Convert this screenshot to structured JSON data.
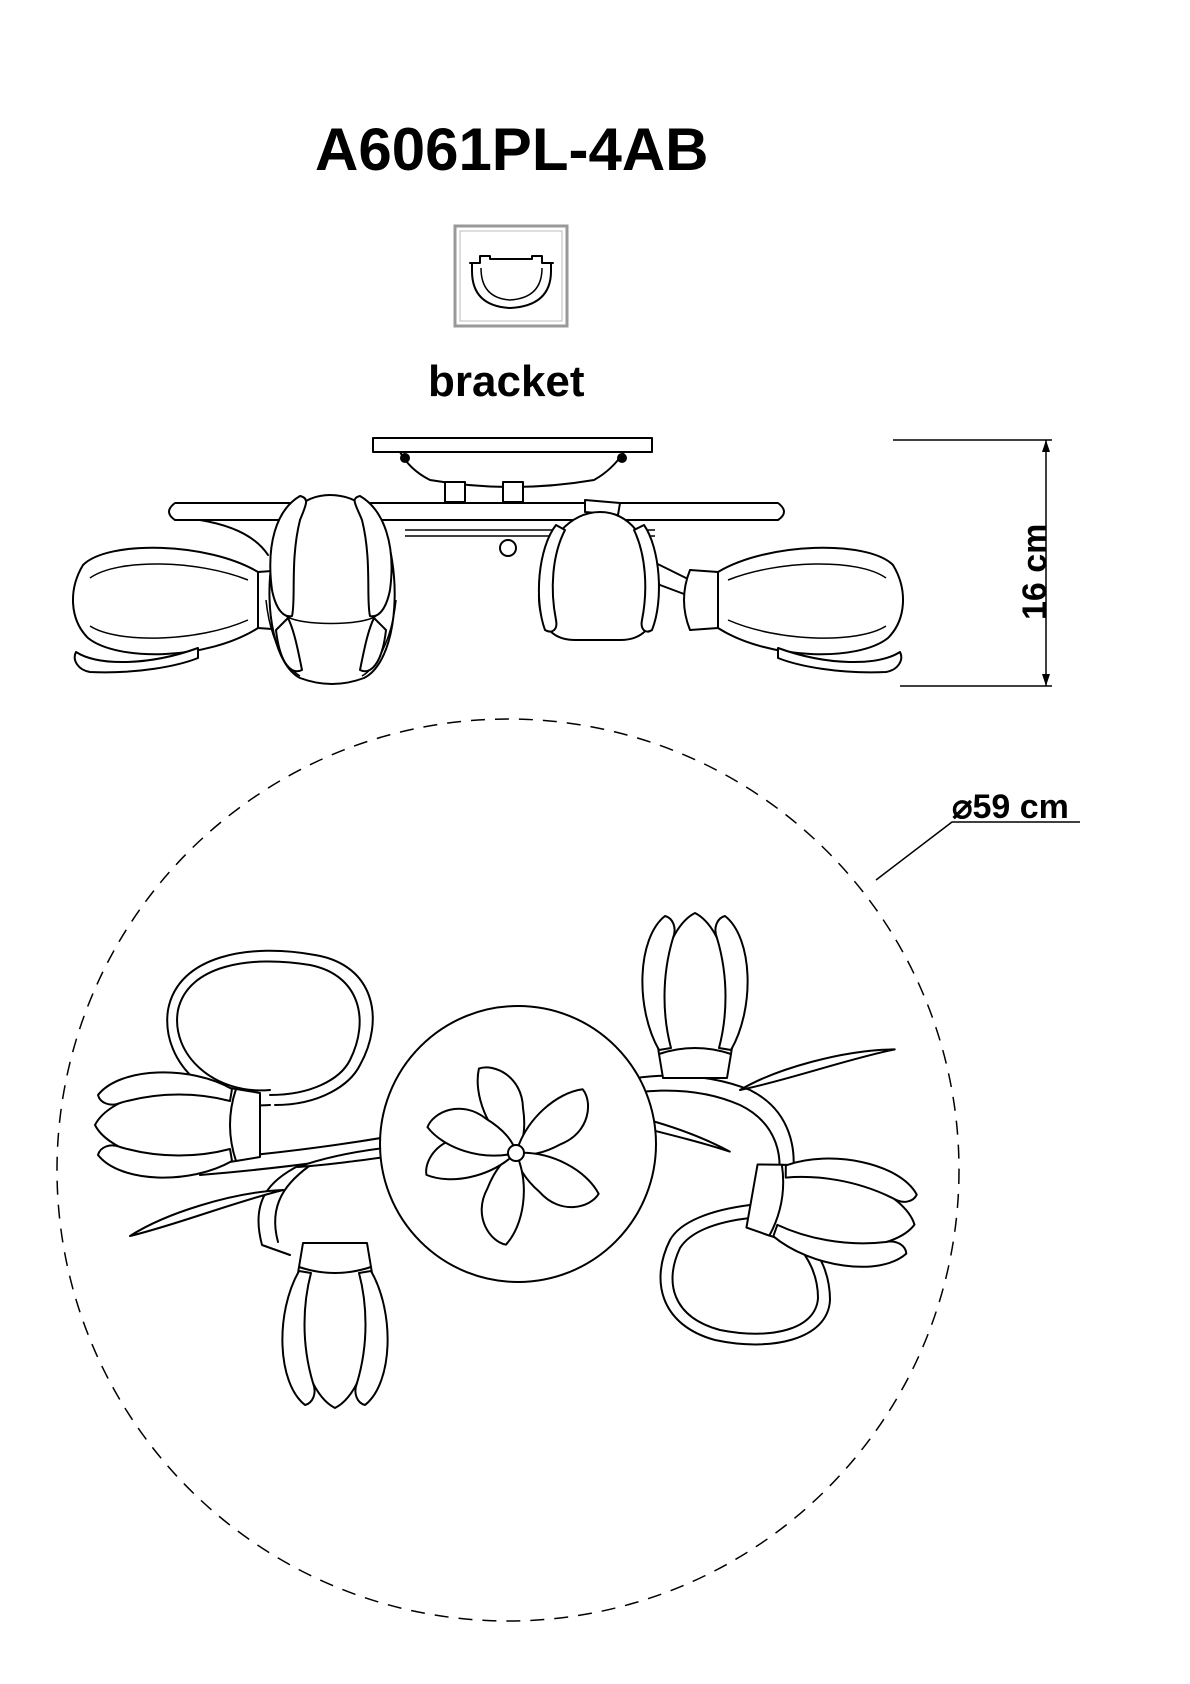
{
  "title": {
    "model": "A6061PL-4AB"
  },
  "bracket": {
    "label": "bracket",
    "icon": "bracket-icon"
  },
  "dimensions": {
    "height": "16 cm",
    "diameter": "⌀59 cm"
  },
  "views": {
    "side": {
      "lamp_count": 4
    },
    "top": {
      "lamp_count": 4
    }
  }
}
